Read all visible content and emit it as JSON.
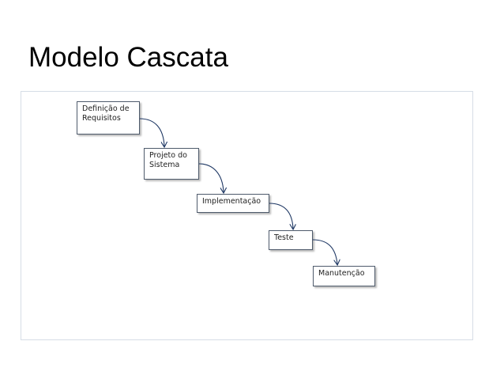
{
  "slide": {
    "title": "Modelo Cascata"
  },
  "steps": [
    {
      "lines": [
        "Definição de",
        "Requisitos"
      ]
    },
    {
      "lines": [
        "Projeto do",
        "Sistema"
      ]
    },
    {
      "lines": [
        "Implementação"
      ]
    },
    {
      "lines": [
        "Teste"
      ]
    },
    {
      "lines": [
        "Manutenção"
      ]
    }
  ],
  "colors": {
    "box_border": "#4f5b6c",
    "arrow": "#1f3864",
    "frame_border": "#d6dde6"
  }
}
